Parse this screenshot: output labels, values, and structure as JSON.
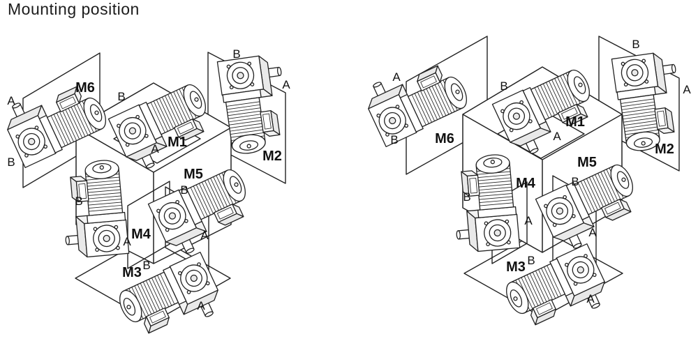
{
  "title": "Mounting position",
  "colors": {
    "line": "#222222",
    "shade": "#e9e9e9",
    "background": "#ffffff"
  },
  "panels": [
    {
      "name": "left-diagram",
      "m1": {
        "label": "M1",
        "a": "A",
        "b": "B"
      },
      "m2": {
        "label": "M2",
        "a": "A",
        "b": "B"
      },
      "m3": {
        "label": "M3",
        "a": "A",
        "b": "B"
      },
      "m4": {
        "label": "M4",
        "a": "A",
        "b": "B"
      },
      "m5": {
        "label": "M5",
        "a": "A",
        "b": "B"
      },
      "m6": {
        "label": "M6",
        "a": "A",
        "b": "B"
      }
    },
    {
      "name": "right-diagram",
      "m1": {
        "label": "M1",
        "a": "A",
        "b": "B"
      },
      "m2": {
        "label": "M2",
        "a": "A",
        "b": "B"
      },
      "m3": {
        "label": "M3",
        "a": "A",
        "b": "B"
      },
      "m4": {
        "label": "M4",
        "a": "A",
        "b": "B"
      },
      "m5": {
        "label": "M5",
        "a": "A",
        "b": "B"
      },
      "m6": {
        "label": "M6",
        "a": "A",
        "b": "B"
      }
    }
  ]
}
